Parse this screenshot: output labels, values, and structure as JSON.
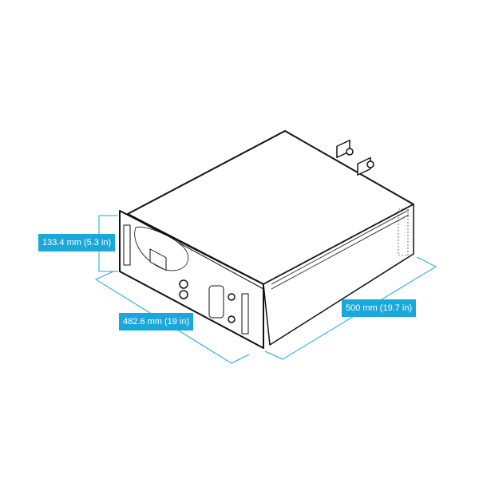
{
  "dimensions": {
    "height": "133.4 mm (5.3 in)",
    "width": "482.6 mm (19 in)",
    "depth": "500 mm (19.7 in)"
  },
  "colors": {
    "accent": "#1aa7da",
    "line": "#111111"
  }
}
